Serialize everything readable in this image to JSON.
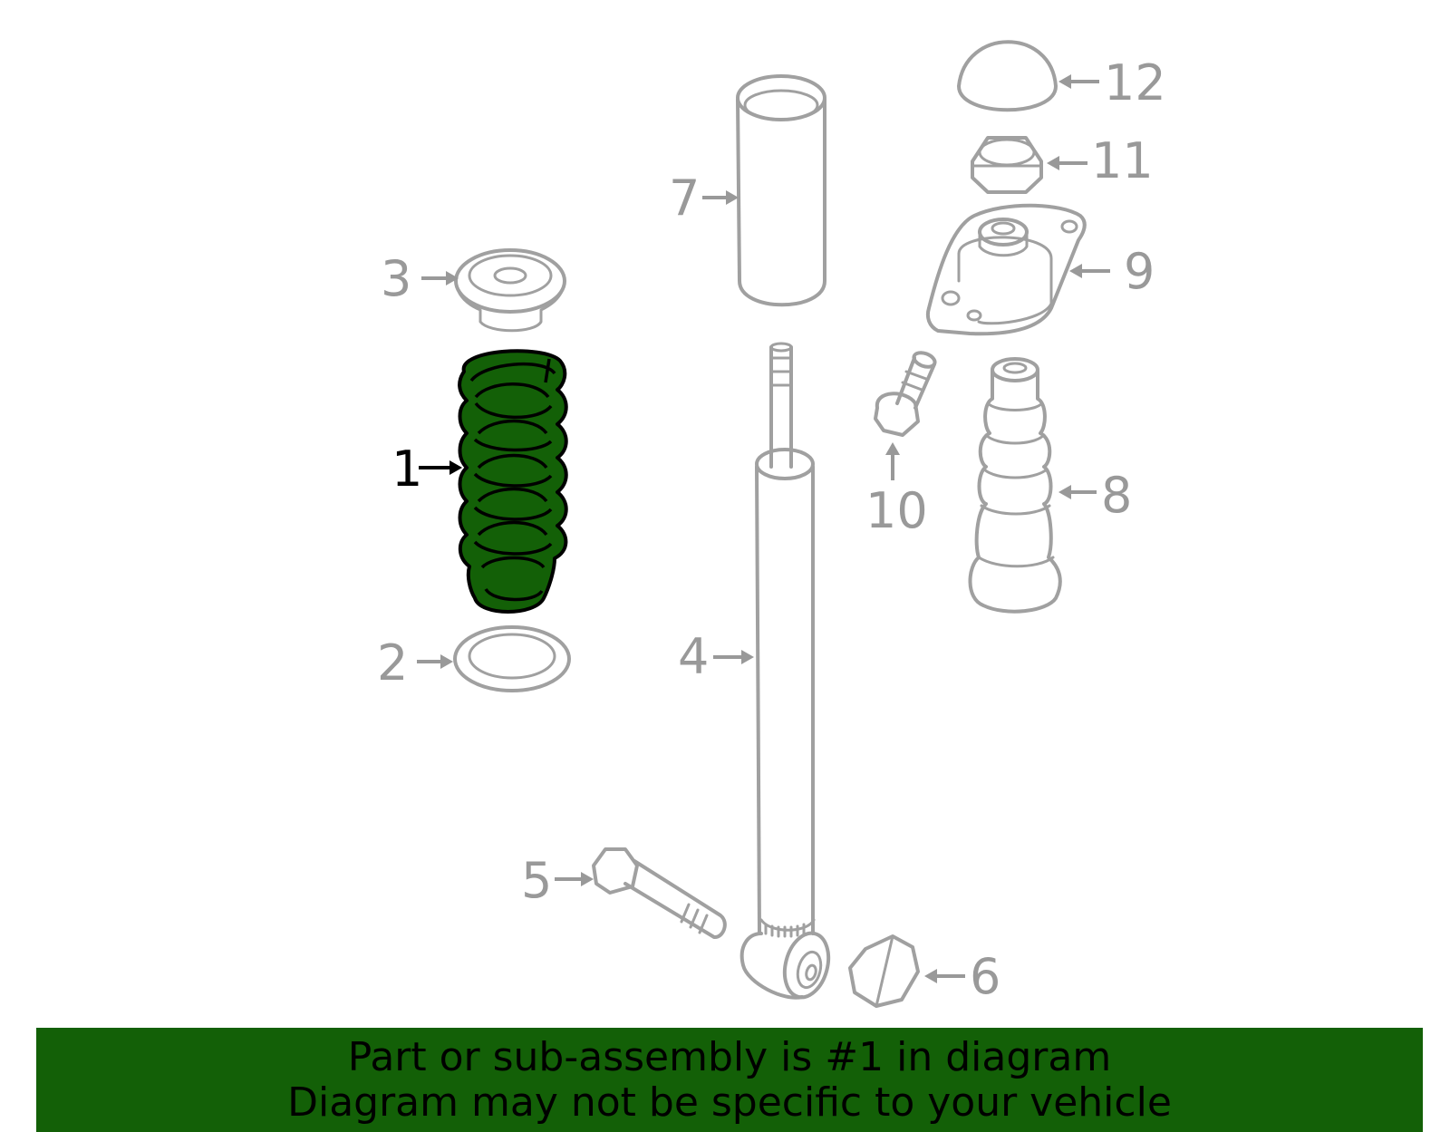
{
  "labels": {
    "part_1": "1",
    "part_2": "2",
    "part_3": "3",
    "part_4": "4",
    "part_5": "5",
    "part_6": "6",
    "part_7": "7",
    "part_8": "8",
    "part_9": "9",
    "part_10": "10",
    "part_11": "11",
    "part_12": "12"
  },
  "highlighted_part": "1",
  "banner": {
    "line1": "Part or sub-assembly is #1 in diagram",
    "line2": "Diagram may not be specific to your vehicle"
  },
  "colors": {
    "highlight": "#136007",
    "parts_stroke": "#a0a0a0",
    "label_gray": "#999999"
  }
}
